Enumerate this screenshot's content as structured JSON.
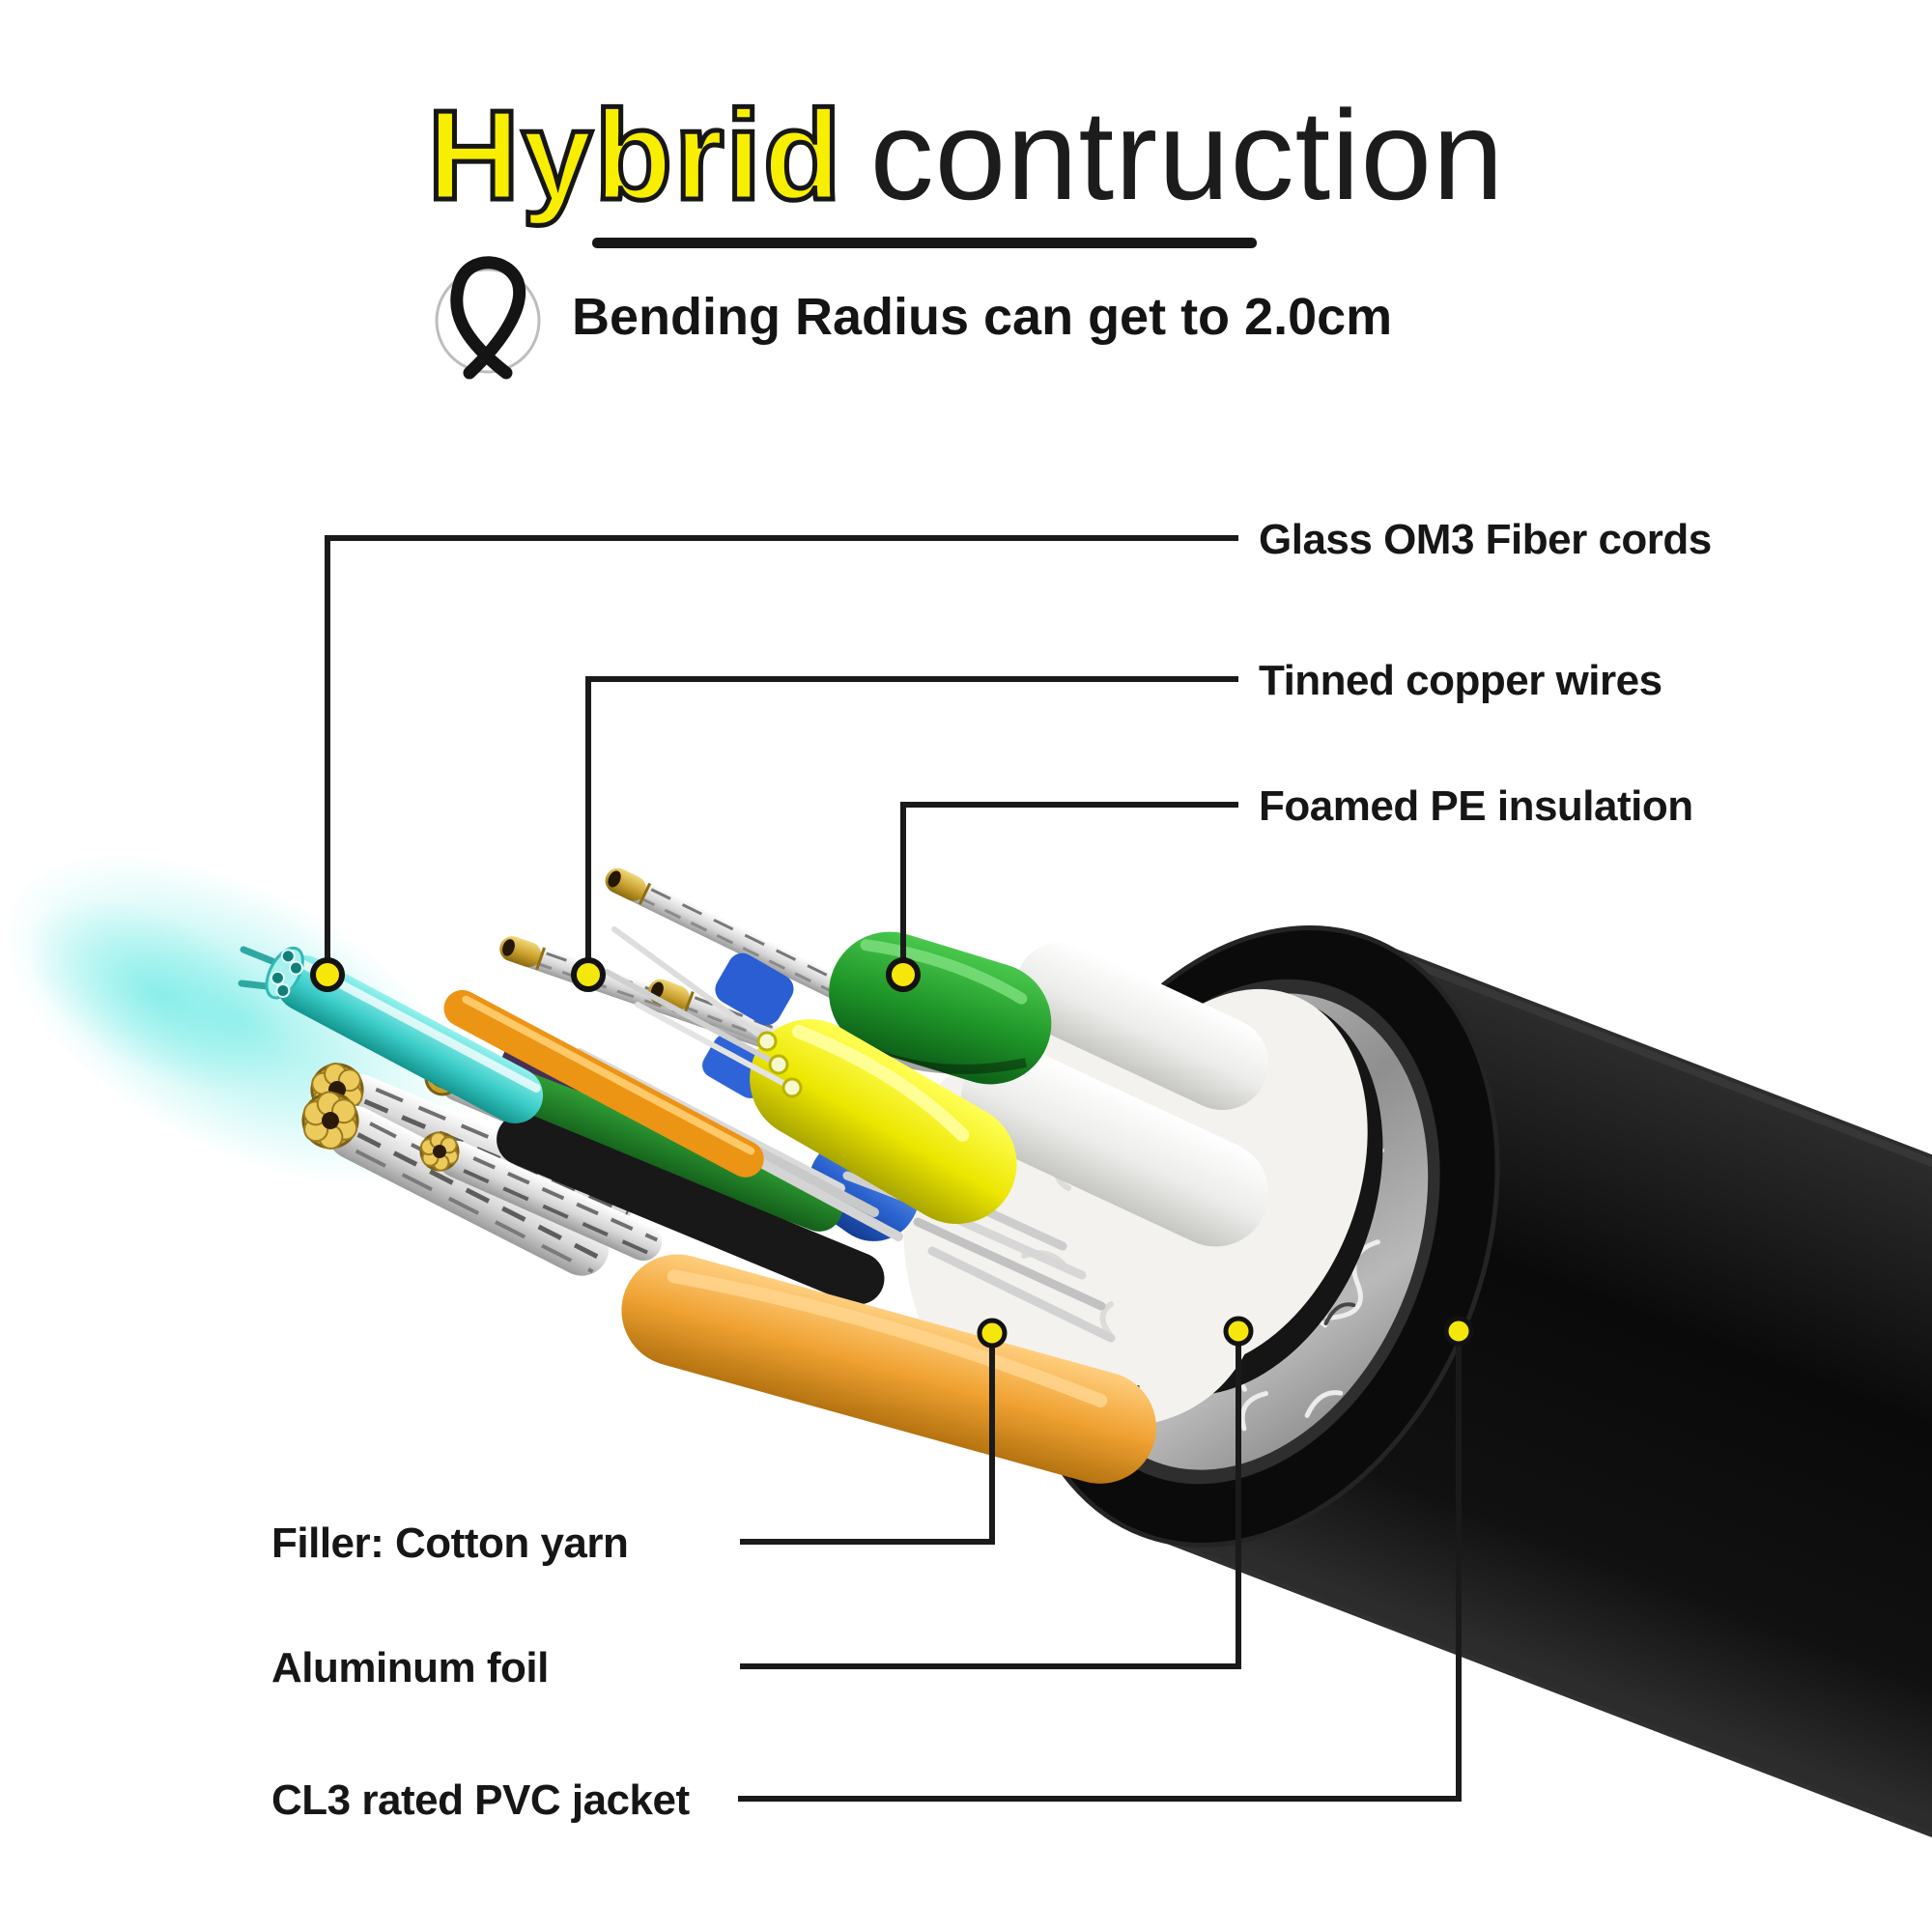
{
  "title": {
    "word_highlight": "Hybrid",
    "word_rest": "contruction",
    "highlight_color": "#F8EE00",
    "text_color": "#1C1C1C"
  },
  "subtitle": {
    "icon": "bend-radius-icon",
    "text": "Bending Radius can get to 2.0cm"
  },
  "callouts": {
    "right": [
      {
        "id": "fiber",
        "label": "Glass OM3 Fiber cords"
      },
      {
        "id": "copper",
        "label": "Tinned copper wires"
      },
      {
        "id": "pe",
        "label": "Foamed PE insulation"
      }
    ],
    "bottom": [
      {
        "id": "filler",
        "label": "Filler: Cotton yarn"
      },
      {
        "id": "foil",
        "label": "Aluminum foil"
      },
      {
        "id": "jacket",
        "label": "CL3 rated PVC jacket"
      }
    ]
  },
  "style": {
    "marker_fill": "#F6E70A",
    "marker_stroke": "#121212",
    "line_color": "#1A1A1A"
  },
  "cable_colors": {
    "fiber_tube_cyan": "#3CCDC9",
    "tinned_copper_silver": "#D7D7D7",
    "copper_ferrule_gold": "#C79E2B",
    "pe_green": "#1E9428",
    "pe_yellow": "#EDE800",
    "pe_blue": "#2B63CF",
    "filler_orange": "#F0A232",
    "aluminum_foil_silver": "#A9A9A9",
    "pvc_jacket_black": "#0E0E0E",
    "cotton_white": "#F3F2EE"
  }
}
